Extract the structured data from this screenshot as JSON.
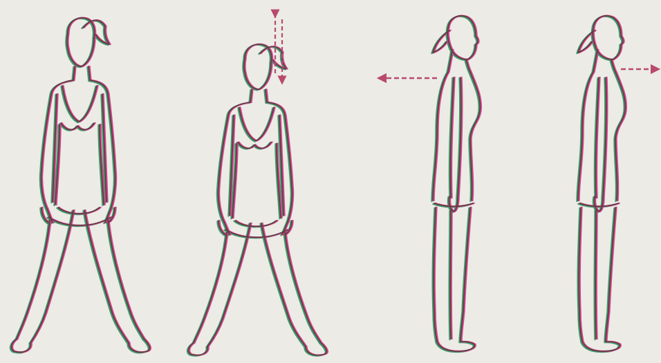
{
  "illustration": {
    "figures": [
      {
        "pose": "front-standing-legs-apart"
      },
      {
        "pose": "front-shoulder-shrug",
        "movement": "up-and-down"
      },
      {
        "pose": "side-facing-right",
        "movement": "backward"
      },
      {
        "pose": "side-facing-right",
        "movement": "forward"
      }
    ],
    "colors": {
      "paper": "#ecebe6",
      "ink": "#5a3b3f",
      "ink_fringe_magenta": "#d2438f",
      "ink_fringe_green": "#3f9a68",
      "arrow": "#b84a6e"
    }
  }
}
